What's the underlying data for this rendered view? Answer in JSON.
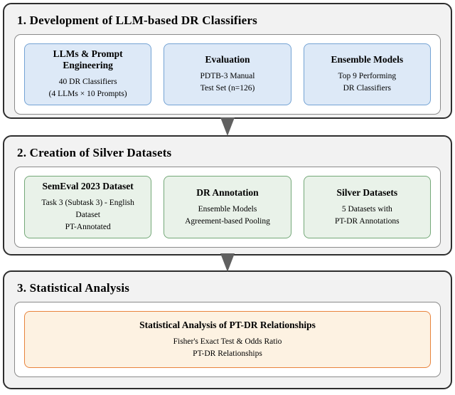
{
  "diagram": {
    "arrow_color": "#606060",
    "stage_background": "#f2f2f2",
    "stage_border_color": "#2e2e2e",
    "stages": [
      {
        "title": "1. Development of LLM-based DR Classifiers",
        "box_fill": "#dde9f7",
        "box_border": "#74a3d4",
        "boxes": [
          {
            "title": "LLMs & Prompt Engineering",
            "lines": [
              "40 DR Classifiers",
              "(4 LLMs × 10 Prompts)"
            ]
          },
          {
            "title": "Evaluation",
            "lines": [
              "PDTB-3 Manual",
              "Test Set (n=126)"
            ]
          },
          {
            "title": "Ensemble Models",
            "lines": [
              "Top 9 Performing",
              "DR Classifiers"
            ]
          }
        ]
      },
      {
        "title": "2. Creation of Silver Datasets",
        "box_fill": "#e9f2e9",
        "box_border": "#74a878",
        "boxes": [
          {
            "title": "SemEval 2023 Dataset",
            "lines": [
              "Task 3 (Subtask 3) - English Dataset",
              "PT-Annotated"
            ]
          },
          {
            "title": "DR Annotation",
            "lines": [
              "Ensemble Models",
              "Agreement-based Pooling"
            ]
          },
          {
            "title": "Silver Datasets",
            "lines": [
              "5 Datasets with",
              "PT-DR Annotations"
            ]
          }
        ]
      },
      {
        "title": "3. Statistical Analysis",
        "box_fill": "#fdf2e2",
        "box_border": "#e8833c",
        "boxes": [
          {
            "title": "Statistical Analysis of PT-DR Relationships",
            "lines": [
              "Fisher's Exact Test & Odds Ratio",
              "PT-DR Relationships"
            ]
          }
        ]
      }
    ]
  }
}
